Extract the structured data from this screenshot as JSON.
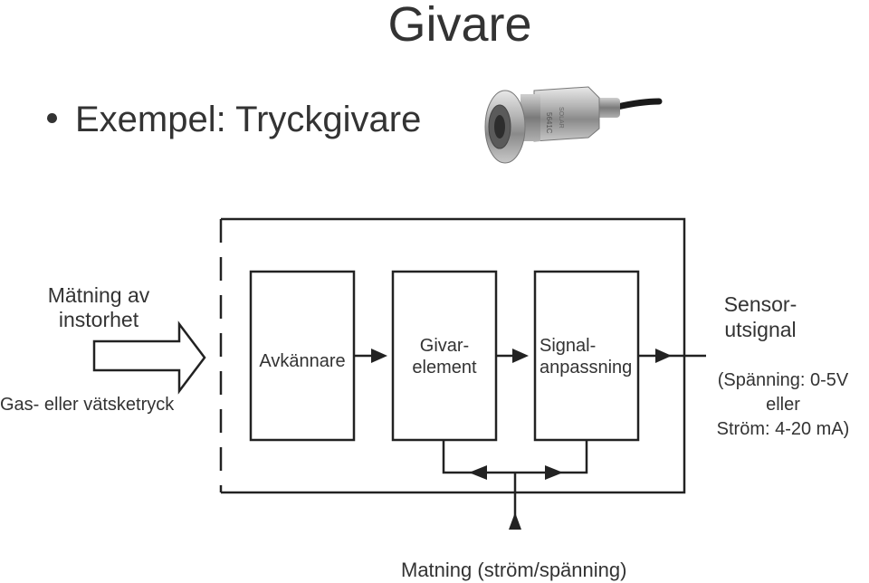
{
  "title": "Givare",
  "bullet": "Exempel: Tryckgivare",
  "photo": {
    "body_text_1": "5641C",
    "body_text_2": "SOLAR"
  },
  "input": {
    "label_line1": "Mätning av",
    "label_line2": "instorhet",
    "sublabel": "Gas- eller vätsketryck"
  },
  "blocks": {
    "sensing": "Avkännare",
    "transducer_line1": "Givar-",
    "transducer_line2": "element",
    "conditioning_line1": "Signal-",
    "conditioning_line2": "anpassning"
  },
  "output": {
    "label_line1": "Sensor-",
    "label_line2": "utsignal",
    "detail_line1": "(Spänning: 0-5V",
    "detail_line2": "eller",
    "detail_line3": "Ström: 4-20 mA)"
  },
  "supply": {
    "label": "Matning (ström/spänning)"
  },
  "colors": {
    "text": "#333333",
    "line": "#222222",
    "arrow_fill": "#ffffff"
  }
}
